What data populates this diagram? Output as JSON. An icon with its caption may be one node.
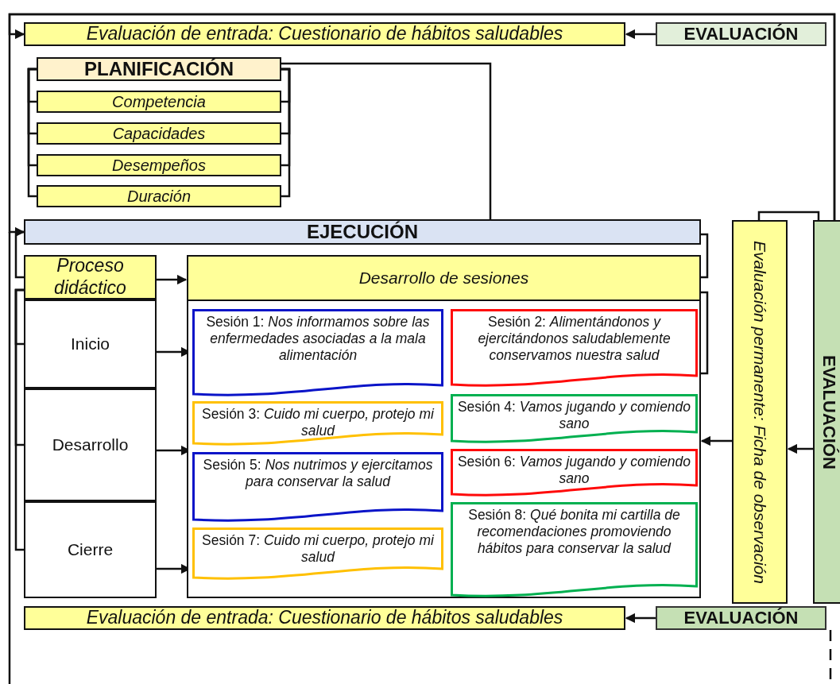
{
  "diagram": {
    "nodes": [
      {
        "text": [
          "EVALUACIÓN"
        ]
      },
      {
        "text": [
          "Evaluación de entrada: Cuestionario de hábitos saludables"
        ]
      },
      {
        "text": [
          "PLANIFICACIÓN"
        ]
      },
      {
        "text": [
          "Competencia"
        ]
      },
      {
        "text": [
          "Capacidades"
        ]
      },
      {
        "text": [
          "Desempeños"
        ]
      },
      {
        "text": [
          "Duración"
        ]
      },
      {
        "text": [
          "EJECUCIÓN"
        ]
      },
      {
        "text": [
          "Proceso didáctico"
        ]
      },
      {
        "text": [
          "Inicio"
        ]
      },
      {
        "text": [
          "Desarrollo"
        ]
      },
      {
        "text": [
          "Cierre"
        ]
      },
      {
        "text": [
          "Desarrollo de sesiones"
        ]
      },
      {
        "text": [
          "Sesión 1: *Nos informamos sobre las enfermedades asociadas a la mala alimentación*"
        ],
        "in": 12
      },
      {
        "text": [
          "Sesión 2: *Alimentándonos y ejercitándonos saludablemente conservamos nuestra salud*"
        ],
        "in": 12
      },
      {
        "text": [
          "Sesión 3: *Cuido mi cuerpo, protejo mi salud*"
        ],
        "in": 12
      },
      {
        "text": [
          "Sesión 4: *Vamos jugando y comiendo sano*"
        ],
        "in": 12
      },
      {
        "text": [
          "Sesión 5: *Nos nutrimos y ejercitamos para conservar la salud*"
        ],
        "in": 12
      },
      {
        "text": [
          "Sesión 6: *Vamos jugando y comiendo sano*"
        ],
        "in": 12
      },
      {
        "text": [
          "Sesión 7: *Cuido mi cuerpo, protejo mi salud*"
        ],
        "in": 12
      },
      {
        "text": [
          "Sesión 8: *Qué bonita mi cartilla de recomendaciones promoviendo hábitos para conservar la salud*"
        ],
        "in": 12
      },
      {
        "text": [
          "Evaluación permanente: Ficha de observación"
        ]
      },
      {
        "text": [
          "EVALUACIÓN"
        ]
      },
      {
        "text": [
          "Evaluación de entrada: Cuestionario de hábitos saludables"
        ]
      },
      {
        "text": [
          "EVALUACIÓN"
        ]
      }
    ],
    "edges": [
      {
        "from": 0,
        "to": 1,
        "arrow": "to"
      },
      {
        "from": 22,
        "to": 1,
        "arrow": "to"
      },
      {
        "from": 22,
        "to": 7,
        "arrow": "to"
      },
      {
        "from": 2,
        "to": 3,
        "arrow": "none"
      },
      {
        "from": 2,
        "to": 4,
        "arrow": "none"
      },
      {
        "from": 2,
        "to": 5,
        "arrow": "none"
      },
      {
        "from": 2,
        "to": 6,
        "arrow": "none"
      },
      {
        "from": 2,
        "to": 7,
        "arrow": "none"
      },
      {
        "from": 7,
        "to": 8,
        "arrow": "none"
      },
      {
        "from": 8,
        "to": 9,
        "arrow": "none"
      },
      {
        "from": 8,
        "to": 10,
        "arrow": "none"
      },
      {
        "from": 8,
        "to": 11,
        "arrow": "none"
      },
      {
        "from": 7,
        "to": 12,
        "arrow": "none"
      },
      {
        "from": 12,
        "to": 14,
        "arrow": "none"
      },
      {
        "from": 8,
        "to": 12,
        "arrow": "to"
      },
      {
        "from": 9,
        "to": 13,
        "arrow": "to"
      },
      {
        "from": 10,
        "to": 17,
        "arrow": "to"
      },
      {
        "from": 11,
        "to": 19,
        "arrow": "to"
      },
      {
        "from": 21,
        "to": 12,
        "arrow": "to"
      },
      {
        "from": 22,
        "to": 21,
        "arrow": "to"
      },
      {
        "from": 21,
        "to": 22,
        "arrow": "none"
      },
      {
        "from": 24,
        "to": 23,
        "arrow": "to"
      },
      {
        "from": 24,
        "to": null,
        "arrow": "none",
        "style": "dashed"
      }
    ]
  }
}
